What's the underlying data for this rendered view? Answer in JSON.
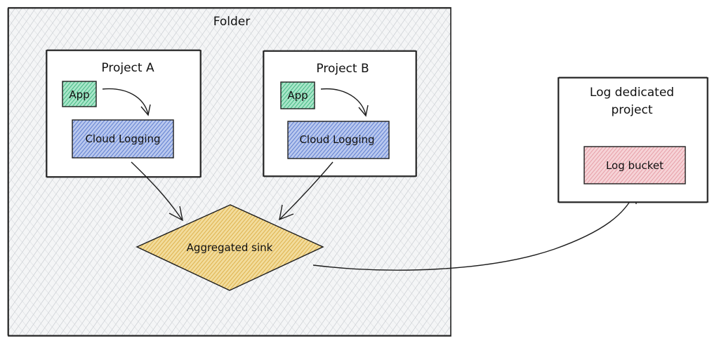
{
  "folder": {
    "label": "Folder"
  },
  "project_a": {
    "label": "Project A",
    "app_label": "App",
    "logging_label": "Cloud Logging"
  },
  "project_b": {
    "label": "Project B",
    "app_label": "App",
    "logging_label": "Cloud Logging"
  },
  "sink": {
    "label": "Aggregated sink"
  },
  "log_project": {
    "label_line1": "Log dedicated",
    "label_line2": "project",
    "bucket_label": "Log bucket"
  },
  "colors": {
    "folder_fill": "#c8ccd0",
    "app_fill": "#3fbf86",
    "logging_fill": "#5b7fd6",
    "sink_fill": "#e0b64a",
    "bucket_fill": "#e8a0a8",
    "stroke": "#1e1e1e"
  }
}
